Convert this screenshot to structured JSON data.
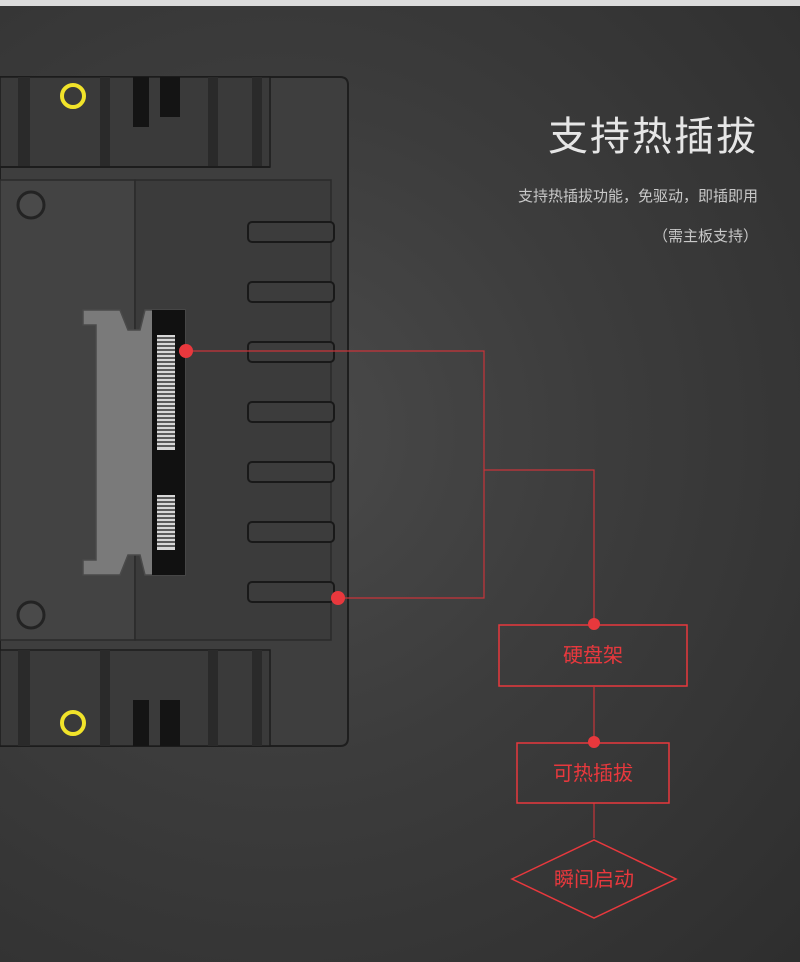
{
  "heading": "支持热插拔",
  "description": {
    "line1": "支持热插拔功能，免驱动，即插即用",
    "line2": "（需主板支持）"
  },
  "flow": {
    "box1": "硬盘架",
    "box2": "可热插拔",
    "box3": "瞬间启动"
  },
  "colors": {
    "accent_red": "#e8383d",
    "screw_yellow": "#f1e32a"
  }
}
